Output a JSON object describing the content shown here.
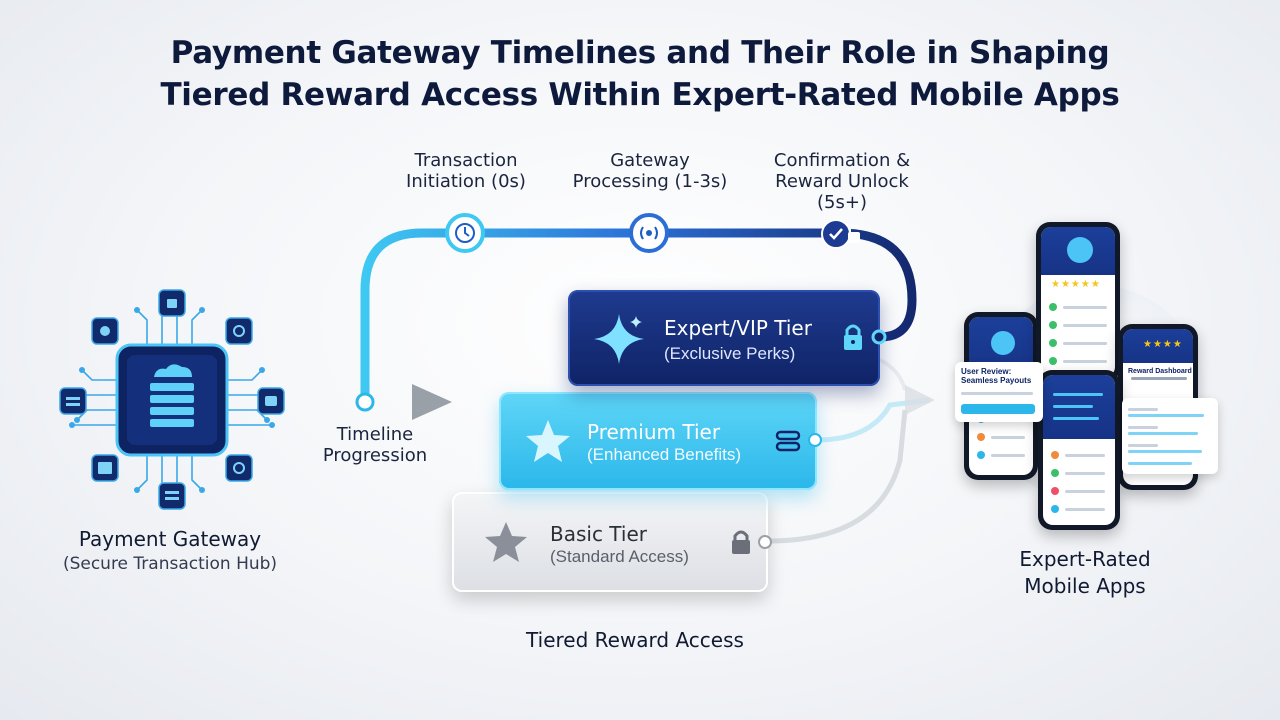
{
  "title": {
    "line1": "Payment Gateway Timelines and Their Role in Shaping",
    "line2": "Tiered Reward Access Within Expert-Rated Mobile Apps"
  },
  "timeline": {
    "stages": [
      {
        "line1": "Transaction",
        "line2": "Initiation (0s)",
        "icon": "clock-icon"
      },
      {
        "line1": "Gateway",
        "line2": "Processing (1-3s)",
        "icon": "signal-icon"
      },
      {
        "line1": "Confirmation &",
        "line2": "Reward Unlock",
        "line3": "(5s+)",
        "icon": "check-lock-icon"
      }
    ],
    "progression_label": {
      "line1": "Timeline",
      "line2": "Progression"
    }
  },
  "gateway": {
    "name": "Payment Gateway",
    "subtitle": "(Secure Transaction Hub)"
  },
  "tiers": {
    "caption": "Tiered Reward Access",
    "items": [
      {
        "name": "Expert/VIP Tier",
        "sub": "(Exclusive Perks)",
        "icon": "sparkle-icon",
        "status_icon": "unlocked-lock-icon"
      },
      {
        "name": "Premium Tier",
        "sub": "(Enhanced Benefits)",
        "icon": "star-icon",
        "status_icon": "link-icon"
      },
      {
        "name": "Basic Tier",
        "sub": "(Standard Access)",
        "icon": "star-icon",
        "status_icon": "lock-icon"
      }
    ]
  },
  "apps": {
    "caption_line1": "Expert-Rated",
    "caption_line2": "Mobile Apps",
    "review_card_title": "User Review: Seamless Payouts",
    "dashboard_title": "Reward Dashboard"
  },
  "colors": {
    "navy": "#0f2366",
    "cyan": "#2bb7ea",
    "gray": "#dcdfe4",
    "star": "#f5c518"
  }
}
